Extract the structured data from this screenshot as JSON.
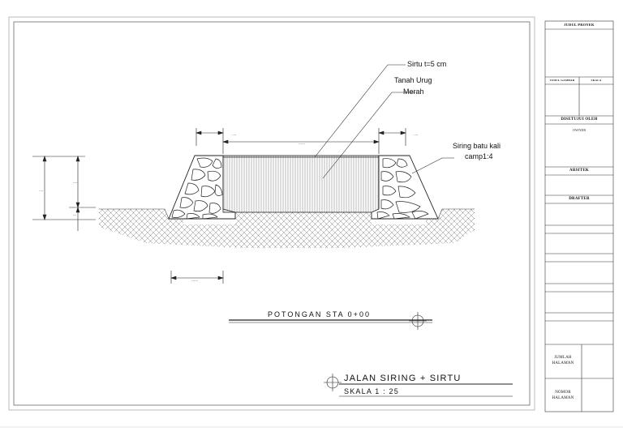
{
  "drawing": {
    "labels": {
      "sirtu": "Sirtu t=5 cm",
      "tanah_urug_line1": "Tanah Urug",
      "tanah_urug_line2": "Merah",
      "siring_line1": "Siring batu kali",
      "siring_line2": "camp1:4",
      "dim_top_left": "....",
      "dim_top_mid": "......",
      "dim_top_right": "....",
      "dim_left_outer": "....",
      "dim_left_inner": ".....",
      "dim_left_low": "...",
      "dim_bottom": "......"
    },
    "section_title": "POTONGAN  STA 0+00",
    "main_title": "JALAN SIRING + SIRTU",
    "scale": "SKALA 1 : 25"
  },
  "title_block": {
    "judul_proyek": "JUDUL PROYEK",
    "judul_gambar": "JUDUL GAMBAR",
    "skala": "SKALA",
    "disetujui_oleh": "DISETUJUI OLEH",
    "owner": "OWNER",
    "arsitek": "ARSITEK",
    "drafter": "DRAFTER",
    "jumlah_halaman": "JUMLAH HALAMAN",
    "nomor_halaman": "NOMOR HALAMAN"
  }
}
